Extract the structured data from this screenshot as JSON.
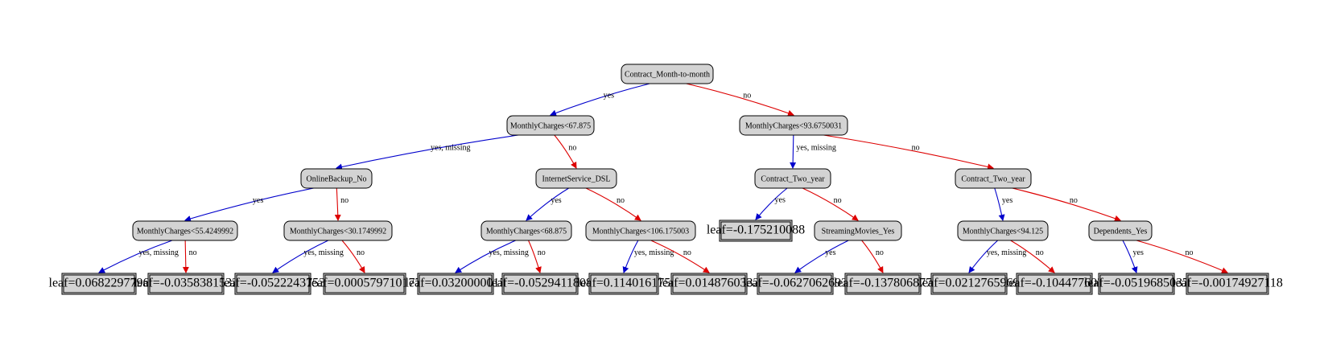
{
  "colors": {
    "yes": "#0000cc",
    "no": "#dd0000",
    "node_fill": "#d3d3d3",
    "stroke": "#000000"
  },
  "nodes": {
    "n0": {
      "label": "Contract_Month-to-month",
      "kind": "split"
    },
    "n1": {
      "label": "MonthlyCharges<67.875",
      "kind": "split"
    },
    "n2": {
      "label": "MonthlyCharges<93.6750031",
      "kind": "split"
    },
    "n3": {
      "label": "OnlineBackup_No",
      "kind": "split"
    },
    "n4": {
      "label": "InternetService_DSL",
      "kind": "split"
    },
    "n5": {
      "label": "Contract_Two_year",
      "kind": "split"
    },
    "n6": {
      "label": "Contract_Two_year",
      "kind": "split"
    },
    "n7": {
      "label": "MonthlyCharges<55.4249992",
      "kind": "split"
    },
    "n8": {
      "label": "MonthlyCharges<30.1749992",
      "kind": "split"
    },
    "n9": {
      "label": "MonthlyCharges<68.875",
      "kind": "split"
    },
    "n10": {
      "label": "MonthlyCharges<106.175003",
      "kind": "split"
    },
    "n11": {
      "label": "leaf=-0.175210088",
      "kind": "leaf"
    },
    "n12": {
      "label": "StreamingMovies_Yes",
      "kind": "split"
    },
    "n13": {
      "label": "MonthlyCharges<94.125",
      "kind": "split"
    },
    "n14": {
      "label": "Dependents_Yes",
      "kind": "split"
    },
    "l1": {
      "label": "leaf=0.0682297796",
      "kind": "leaf"
    },
    "l2": {
      "label": "leaf=-0.0358381532",
      "kind": "leaf"
    },
    "l3": {
      "label": "leaf=-0.0522243753",
      "kind": "leaf"
    },
    "l4": {
      "label": "leaf=0.000579710177",
      "kind": "leaf"
    },
    "l5": {
      "label": "leaf=0.0320000015",
      "kind": "leaf"
    },
    "l6": {
      "label": "leaf=-0.0529411808",
      "kind": "leaf"
    },
    "l7": {
      "label": "leaf=0.114016175",
      "kind": "leaf"
    },
    "l8": {
      "label": "leaf=0.0148760332",
      "kind": "leaf"
    },
    "l9": {
      "label": "leaf=-0.0627062693",
      "kind": "leaf"
    },
    "l10": {
      "label": "leaf=-0.137806877",
      "kind": "leaf"
    },
    "l11": {
      "label": "leaf=0.0212765969",
      "kind": "leaf"
    },
    "l12": {
      "label": "leaf=-0.104477607",
      "kind": "leaf"
    },
    "l13": {
      "label": "leaf=-0.0519685037",
      "kind": "leaf"
    },
    "l14": {
      "label": "leaf=-0.00174927118",
      "kind": "leaf"
    }
  },
  "edges": [
    {
      "from": "n0",
      "to": "n1",
      "label": "yes",
      "kind": "yes"
    },
    {
      "from": "n0",
      "to": "n2",
      "label": "no",
      "kind": "no"
    },
    {
      "from": "n1",
      "to": "n3",
      "label": "yes, missing",
      "kind": "yes"
    },
    {
      "from": "n1",
      "to": "n4",
      "label": "no",
      "kind": "no"
    },
    {
      "from": "n2",
      "to": "n5",
      "label": "yes, missing",
      "kind": "yes"
    },
    {
      "from": "n2",
      "to": "n6",
      "label": "no",
      "kind": "no"
    },
    {
      "from": "n3",
      "to": "n7",
      "label": "yes",
      "kind": "yes"
    },
    {
      "from": "n3",
      "to": "n8",
      "label": "no",
      "kind": "no"
    },
    {
      "from": "n4",
      "to": "n9",
      "label": "yes",
      "kind": "yes"
    },
    {
      "from": "n4",
      "to": "n10",
      "label": "no",
      "kind": "no"
    },
    {
      "from": "n5",
      "to": "n11",
      "label": "yes",
      "kind": "yes"
    },
    {
      "from": "n5",
      "to": "n12",
      "label": "no",
      "kind": "no"
    },
    {
      "from": "n6",
      "to": "n13",
      "label": "yes",
      "kind": "yes"
    },
    {
      "from": "n6",
      "to": "n14",
      "label": "no",
      "kind": "no"
    },
    {
      "from": "n7",
      "to": "l1",
      "label": "yes, missing",
      "kind": "yes"
    },
    {
      "from": "n7",
      "to": "l2",
      "label": "no",
      "kind": "no"
    },
    {
      "from": "n8",
      "to": "l3",
      "label": "yes, missing",
      "kind": "yes"
    },
    {
      "from": "n8",
      "to": "l4",
      "label": "no",
      "kind": "no"
    },
    {
      "from": "n9",
      "to": "l5",
      "label": "yes, missing",
      "kind": "yes"
    },
    {
      "from": "n9",
      "to": "l6",
      "label": "no",
      "kind": "no"
    },
    {
      "from": "n10",
      "to": "l7",
      "label": "yes, missing",
      "kind": "yes"
    },
    {
      "from": "n10",
      "to": "l8",
      "label": "no",
      "kind": "no"
    },
    {
      "from": "n12",
      "to": "l9",
      "label": "yes",
      "kind": "yes"
    },
    {
      "from": "n12",
      "to": "l10",
      "label": "no",
      "kind": "no"
    },
    {
      "from": "n13",
      "to": "l11",
      "label": "yes, missing",
      "kind": "yes"
    },
    {
      "from": "n13",
      "to": "l12",
      "label": "no",
      "kind": "no"
    },
    {
      "from": "n14",
      "to": "l13",
      "label": "yes",
      "kind": "yes"
    },
    {
      "from": "n14",
      "to": "l14",
      "label": "no",
      "kind": "no"
    }
  ]
}
